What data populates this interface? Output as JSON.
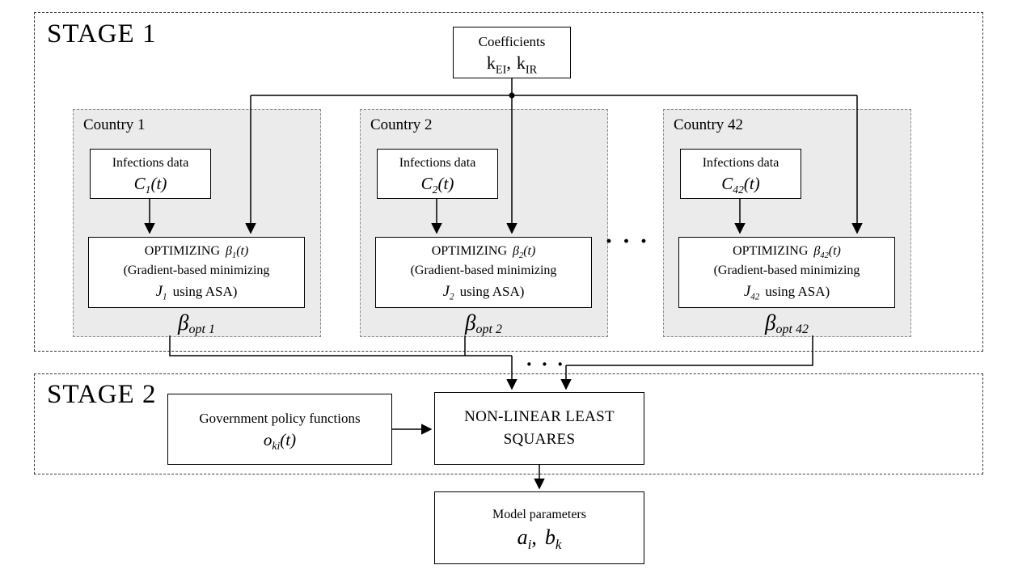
{
  "stage1": {
    "label": "STAGE 1",
    "coefficients": {
      "title": "Coefficients",
      "k1": "k",
      "k1_sub": "EI",
      "comma": ",",
      "k2": "k",
      "k2_sub": "IR"
    },
    "countries": [
      {
        "name": "Country 1",
        "infections_label": "Infections data",
        "c": "C",
        "c_sub": "1",
        "c_arg": "(t)",
        "opt_title": "OPTIMIZING",
        "beta": "β",
        "beta_sub": "1",
        "beta_arg": "(t)",
        "opt_line2": "(Gradient-based minimizing",
        "j": "J",
        "j_sub": "1",
        "j_rest": "using ASA)",
        "bopt": "β",
        "bopt_sub": "opt 1"
      },
      {
        "name": "Country 2",
        "infections_label": "Infections data",
        "c": "C",
        "c_sub": "2",
        "c_arg": "(t)",
        "opt_title": "OPTIMIZING",
        "beta": "β",
        "beta_sub": "2",
        "beta_arg": "(t)",
        "opt_line2": "(Gradient-based minimizing",
        "j": "J",
        "j_sub": "2",
        "j_rest": "using ASA)",
        "bopt": "β",
        "bopt_sub": "opt 2"
      },
      {
        "name": "Country 42",
        "infections_label": "Infections data",
        "c": "C",
        "c_sub": "42",
        "c_arg": "(t)",
        "opt_title": "OPTIMIZING",
        "beta": "β",
        "beta_sub": "42",
        "beta_arg": "(t)",
        "opt_line2": "(Gradient-based minimizing",
        "j": "J",
        "j_sub": "42",
        "j_rest": "using ASA)",
        "bopt": "β",
        "bopt_sub": "opt 42"
      }
    ],
    "ellipsis": "· · ·"
  },
  "mid_ellipsis": "· · ·",
  "stage2": {
    "label": "STAGE 2",
    "gov_policy": {
      "title": "Government policy functions",
      "o": "o",
      "o_sub": "ki",
      "o_arg": "(t)"
    },
    "nlls": {
      "line1": "NON-LINEAR LEAST",
      "line2": "SQUARES"
    }
  },
  "model_params": {
    "title": "Model parameters",
    "a": "a",
    "a_sub": "i",
    "sep": ",",
    "b": "b",
    "b_sub": "k"
  }
}
